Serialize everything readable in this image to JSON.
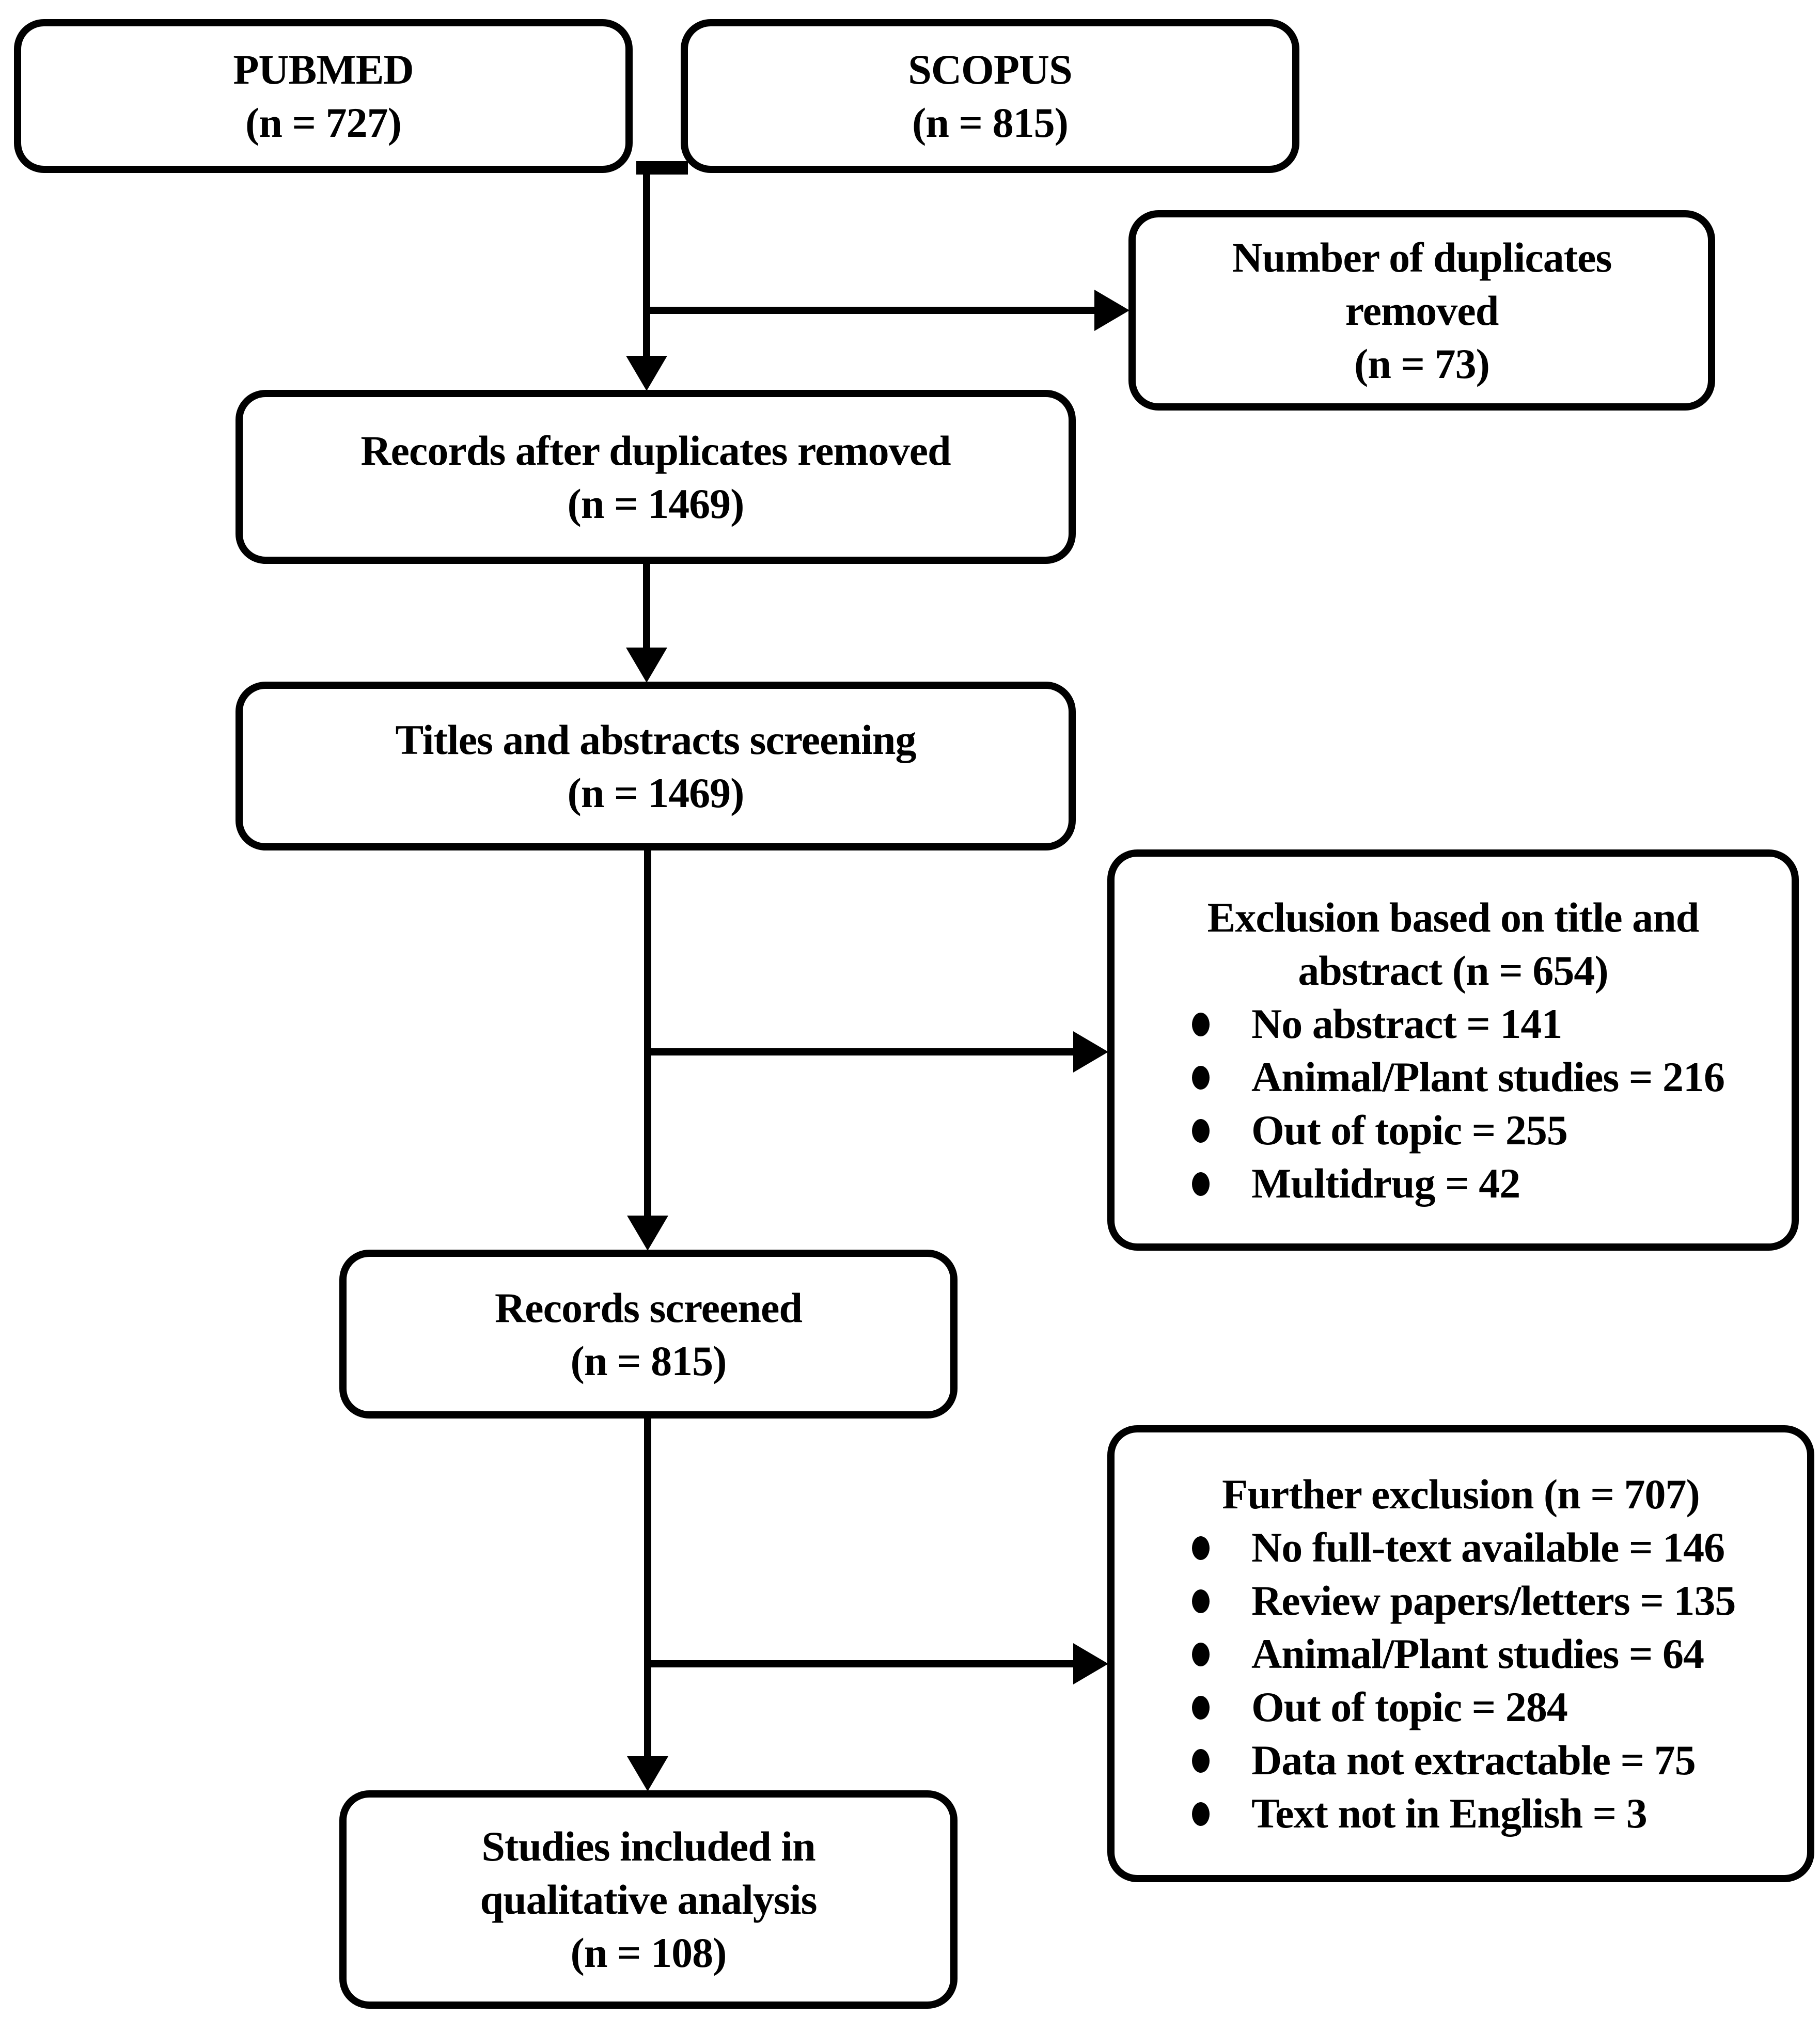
{
  "flowchart": {
    "sources": {
      "pubmed": {
        "title": "PUBMED",
        "n": "(n = 727)"
      },
      "scopus": {
        "title": "SCOPUS",
        "n": "(n = 815)"
      }
    },
    "duplicates_removed": {
      "line1": "Number of duplicates",
      "line2": "removed",
      "n": "(n = 73)"
    },
    "records_after_duplicates": {
      "title": "Records after duplicates removed",
      "n": "(n = 1469)"
    },
    "titles_abstracts_screening": {
      "title": "Titles and abstracts screening",
      "n": "(n = 1469)"
    },
    "exclusion_title_abstract": {
      "title_line1": "Exclusion based on title and",
      "title_line2": "abstract (n = 654)",
      "items": [
        "No abstract = 141",
        "Animal/Plant studies = 216",
        "Out of topic = 255",
        "Multidrug = 42"
      ]
    },
    "records_screened": {
      "title": "Records screened",
      "n": "(n = 815)"
    },
    "further_exclusion": {
      "title": "Further exclusion (n = 707)",
      "items": [
        "No full-text available = 146",
        "Review papers/letters = 135",
        "Animal/Plant studies = 64",
        "Out of topic = 284",
        "Data not extractable = 75",
        "Text not in English = 3"
      ]
    },
    "studies_included": {
      "line1": "Studies included in",
      "line2": "qualitative analysis",
      "n": "(n = 108)"
    }
  }
}
